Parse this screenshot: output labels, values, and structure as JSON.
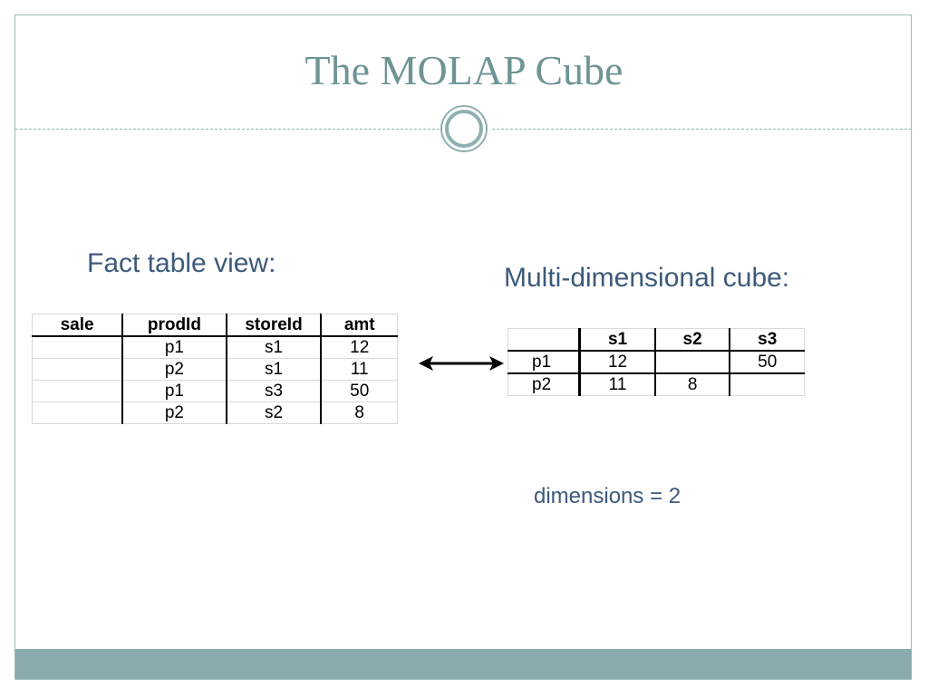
{
  "slide": {
    "title": "The MOLAP Cube",
    "fact_heading": "Fact table view:",
    "cube_heading": "Multi-dimensional cube:",
    "dimensions_note": "dimensions = 2"
  },
  "fact_table": {
    "headers": [
      "sale",
      "prodId",
      "storeId",
      "amt"
    ],
    "rows": [
      [
        "",
        "p1",
        "s1",
        "12"
      ],
      [
        "",
        "p2",
        "s1",
        "11"
      ],
      [
        "",
        "p1",
        "s3",
        "50"
      ],
      [
        "",
        "p2",
        "s2",
        "8"
      ]
    ]
  },
  "cube_table": {
    "corner": "",
    "columns": [
      "s1",
      "s2",
      "s3"
    ],
    "rows": [
      {
        "label": "p1",
        "cells": [
          "12",
          "",
          "50"
        ]
      },
      {
        "label": "p2",
        "cells": [
          "11",
          "8",
          ""
        ]
      }
    ]
  },
  "colors": {
    "title": "#6e9494",
    "heading": "#3d5a7a",
    "footer": "#8aabab"
  }
}
